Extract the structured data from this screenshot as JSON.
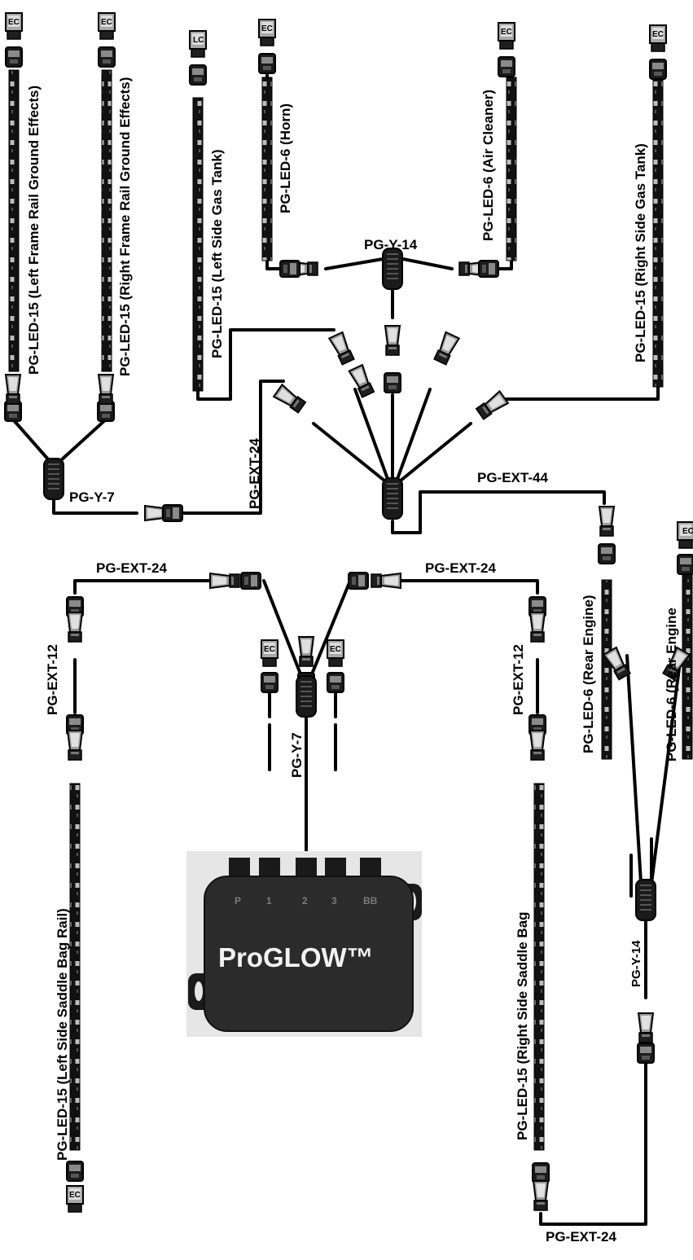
{
  "labels": {
    "led_left_frame": "PG-LED-15 (Left Frame Rail Ground Effects)",
    "led_right_frame": "PG-LED-15 (Right Frame Rail Ground Effects)",
    "led_left_gas": "PG-LED-15 (Left Side Gas Tank)",
    "led_horn": "PG-LED-6 (Horn)",
    "led_air": "PG-LED-6 (Air Cleaner)",
    "led_right_gas": "PG-LED-15 (Right Side Gas Tank)",
    "y14_top": "PG-Y-14",
    "ext24_vert": "PG-EXT-24",
    "y7_top": "PG-Y-7",
    "ext44": "PG-EXT-44",
    "ext24_left": "PG-EXT-24",
    "ext24_right": "PG-EXT-24",
    "ext12_left": "PG-EXT-12",
    "ext12_right": "PG-EXT-12",
    "y7_center": "PG-Y-7",
    "led_left_saddle": "PG-LED-15 (Left Side Saddle Bag Rail)",
    "led_right_saddle": "PG-LED-15 (Right Side Saddle Bag",
    "led_rear1": "PG-LED-6 (Rear Engine)",
    "led_rear2": "PG-LED-6 (Rear Engine",
    "y14_right": "PG-Y-14",
    "ext24_bottom": "PG-EXT-24"
  },
  "caps": {
    "ec": "EC",
    "lc": "LC",
    "ec_partial": "EC"
  },
  "controller": {
    "brand": "ProGLOW™",
    "ports": [
      "P",
      "1",
      "2",
      "3",
      "BB"
    ]
  }
}
